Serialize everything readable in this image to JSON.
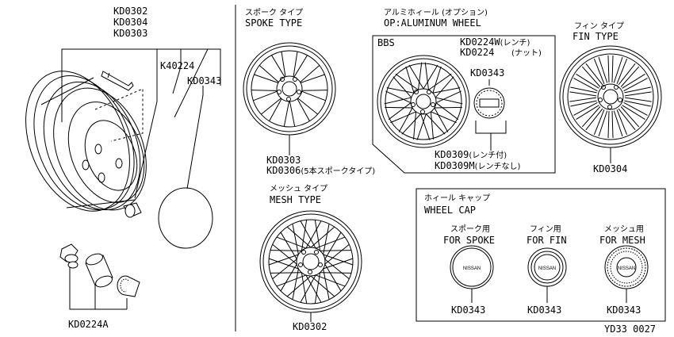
{
  "parts": {
    "top_codes": [
      "KD0302",
      "KD0304",
      "KD0303"
    ],
    "valve_code": "K40224",
    "cap_code_left": "KD0343",
    "nut_code": "KD0224A"
  },
  "spoke": {
    "jp": "スポーク タイプ",
    "en": "SPOKE TYPE",
    "code1": "KD0303",
    "code2": "KD0306",
    "code2_note": "(5本スポークタイプ)"
  },
  "aluminum": {
    "jp": "アルミホィール (オプション)",
    "en": "OP:ALUMINUM WHEEL",
    "bbs": "BBS",
    "wrench_code": "KD0224W",
    "wrench_note": "(レンチ)",
    "nut_code": "KD0224",
    "nut_note": "(ナット)",
    "cap_code": "KD0343",
    "code1": "KD0309",
    "code1_note": "(レンチ付)",
    "code2": "KD0309M",
    "code2_note": "(レンチなし)"
  },
  "fin": {
    "jp": "フィン タイプ",
    "en": "FIN TYPE",
    "code": "KD0304"
  },
  "mesh": {
    "jp": "メッシュ タイプ",
    "en": "MESH TYPE",
    "code": "KD0302"
  },
  "wheel_cap": {
    "jp": "ホィール キャップ",
    "en": "WHEEL CAP",
    "items": [
      {
        "jp": "スポーク用",
        "en": "FOR SPOKE",
        "code": "KD0343",
        "emblem": "NISSAN"
      },
      {
        "jp": "フィン用",
        "en": "FOR FIN",
        "code": "KD0343",
        "emblem": "NISSAN"
      },
      {
        "jp": "メッシュ用",
        "en": "FOR MESH",
        "code": "KD0343",
        "emblem": "NISSAN"
      }
    ]
  },
  "figure_id": "YD33 0027"
}
